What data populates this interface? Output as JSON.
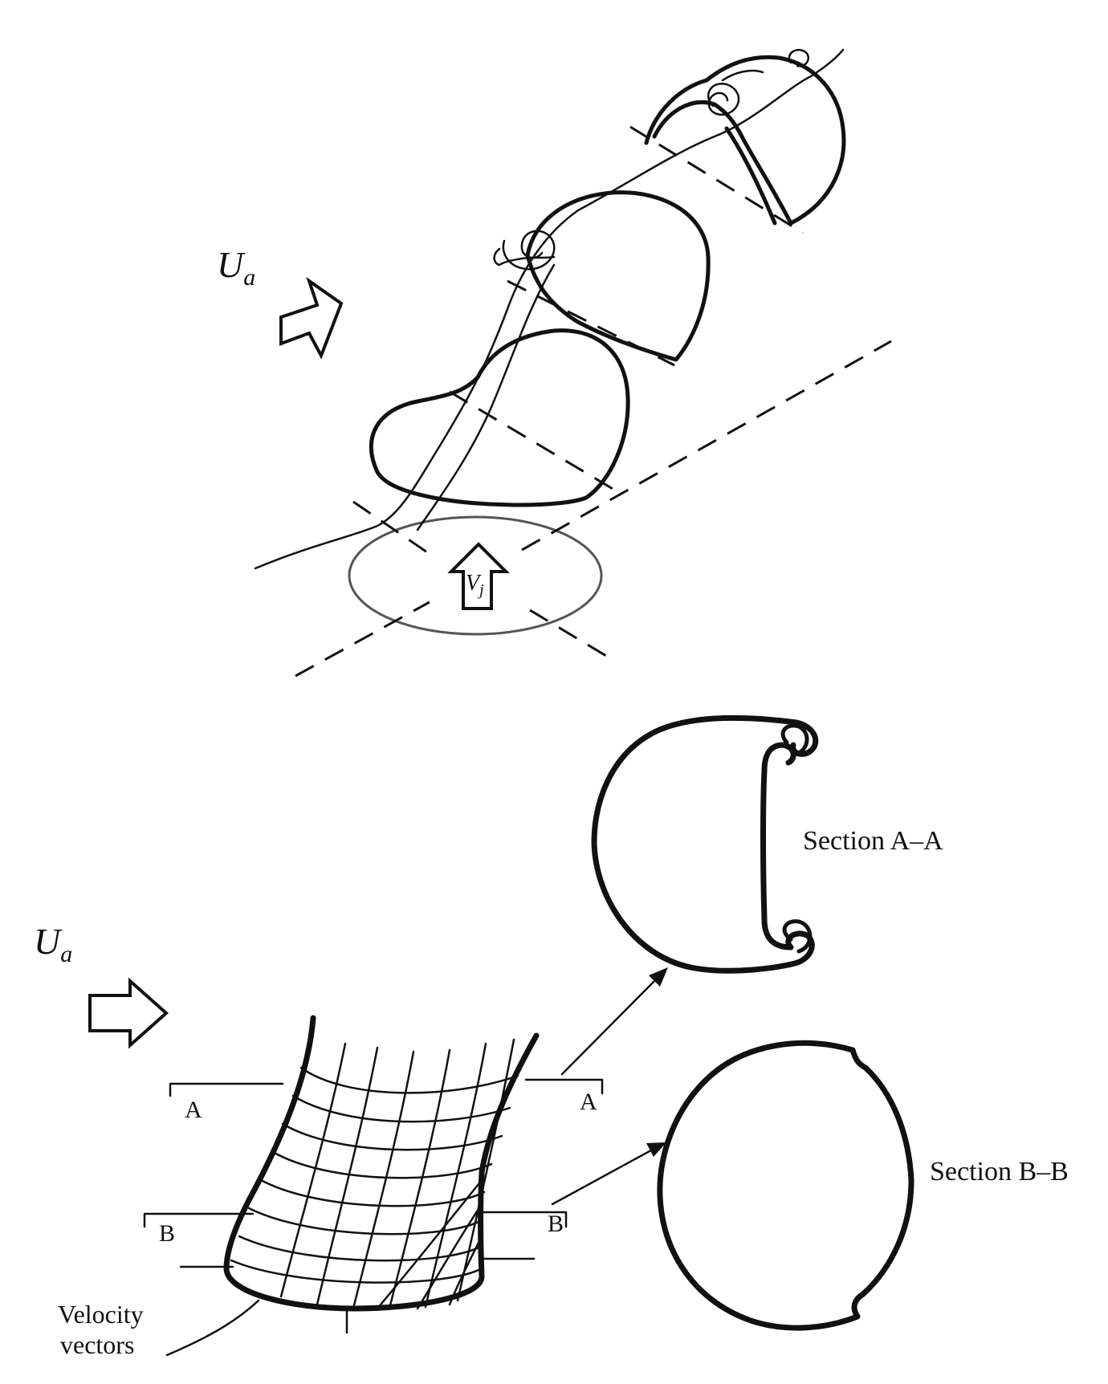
{
  "labels": {
    "crossflow_top_base": "U",
    "crossflow_top_sub": "a",
    "crossflow_bottom_base": "U",
    "crossflow_bottom_sub": "a",
    "jet_velocity_base": "V",
    "jet_velocity_sub": "j",
    "section_aa": "Section A–A",
    "section_bb": "Section B–B",
    "cut_a_left": "A",
    "cut_a_right": "A",
    "cut_b_left": "B",
    "cut_b_right": "B",
    "velocity_vectors_line1": "Velocity",
    "velocity_vectors_line2": "vectors"
  }
}
